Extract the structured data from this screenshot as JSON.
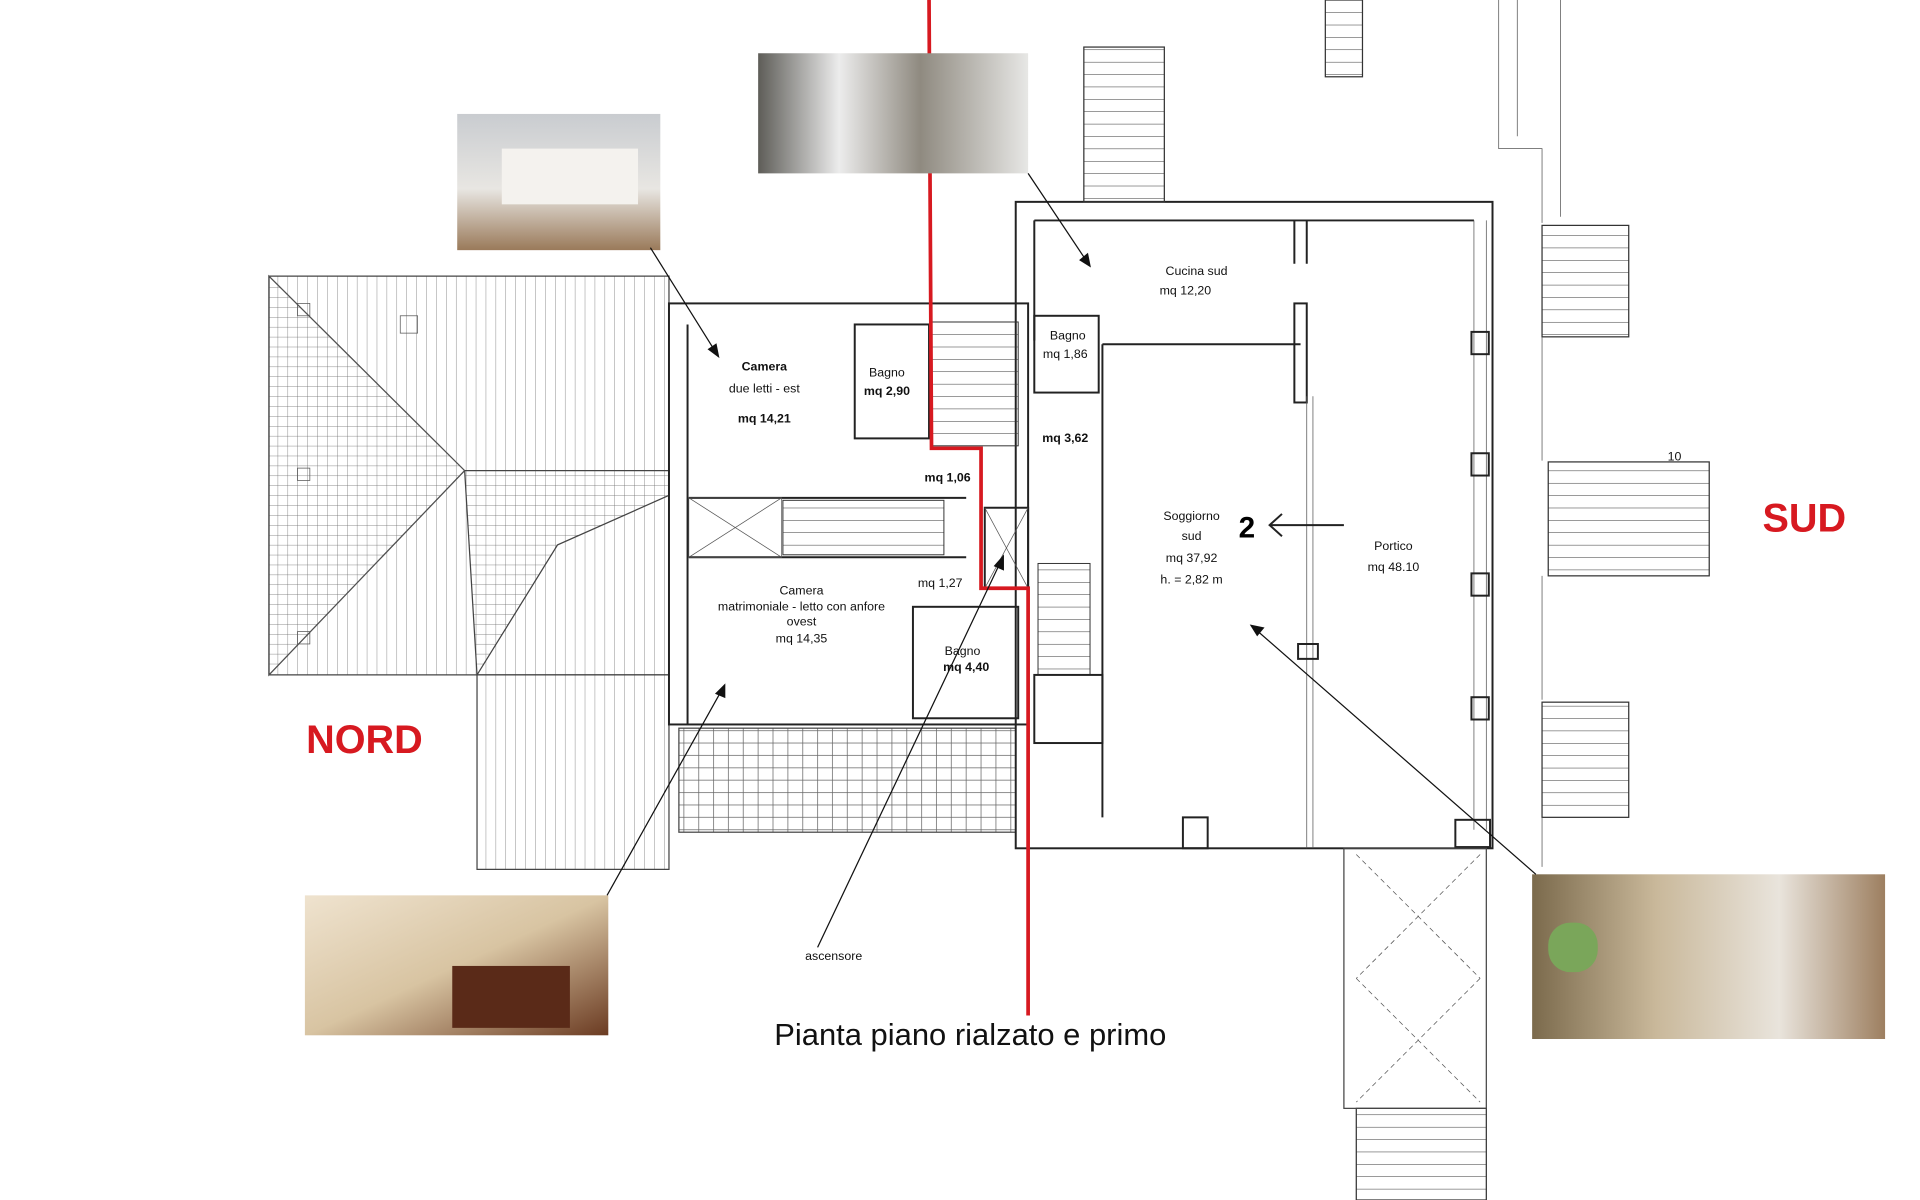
{
  "title": "Pianta piano rialzato e primo",
  "compass": {
    "north": "NORD",
    "south": "SUD"
  },
  "colors": {
    "accent": "#d71920",
    "lines": "#222222"
  },
  "rooms": [
    {
      "name": "Camera",
      "sub": "due letti - est",
      "area": "mq 14,21"
    },
    {
      "name": "Bagno",
      "area": "mq 2,90"
    },
    {
      "name": "Camera",
      "sub": "matrimoniale - letto con anfore",
      "sub2": "ovest",
      "area": "mq 14,35"
    },
    {
      "name": "Bagno",
      "area": "mq 4,40"
    },
    {
      "name": "Cucina sud",
      "area": "mq 12,20"
    },
    {
      "name": "Bagno",
      "area": "mq 1,86"
    },
    {
      "name": "Soggiorno",
      "sub": "sud",
      "area": "mq 37,92",
      "height": "h. = 2,82 m"
    },
    {
      "name": "Portico",
      "area": "mq 48.10"
    }
  ],
  "areas": {
    "hall1": "mq 1,06",
    "hall2": "mq 1,27",
    "hall3": "mq 3,62"
  },
  "section_mark": "2",
  "elevator_label": "ascensore",
  "dimension": "10",
  "photos": [
    "bedroom-twin-photo",
    "kitchen-photo",
    "bedroom-double-photo",
    "living-room-photo"
  ]
}
